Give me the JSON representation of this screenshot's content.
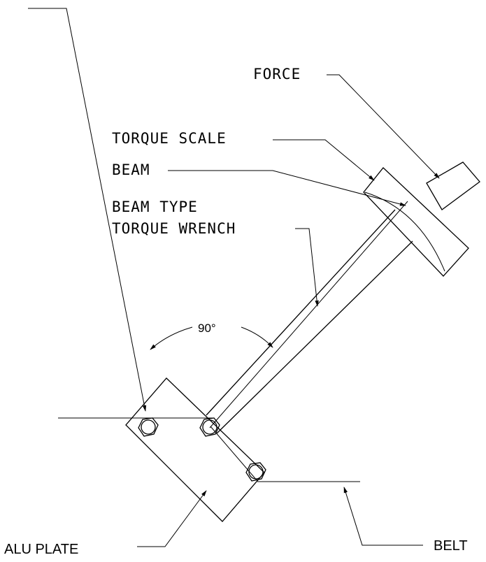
{
  "labels": {
    "force": "FORCE",
    "torque_scale": "TORQUE SCALE",
    "beam": "BEAM",
    "wrench_line1": "BEAM TYPE",
    "wrench_line2": "TORQUE WRENCH",
    "angle": "90°",
    "alu_plate": "ALU PLATE",
    "belt": "BELT"
  }
}
